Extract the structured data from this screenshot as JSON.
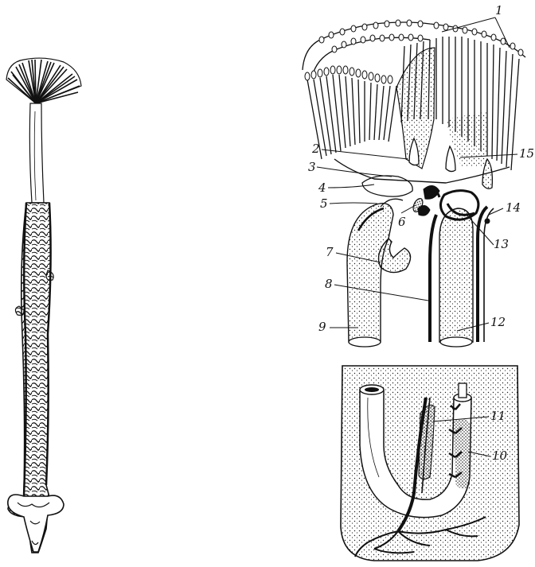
{
  "figure": {
    "labels": [
      {
        "id": "l1",
        "text": "1"
      },
      {
        "id": "l2",
        "text": "2"
      },
      {
        "id": "l3",
        "text": "3"
      },
      {
        "id": "l4",
        "text": "4"
      },
      {
        "id": "l5",
        "text": "5"
      },
      {
        "id": "l6",
        "text": "6"
      },
      {
        "id": "l7",
        "text": "7"
      },
      {
        "id": "l8",
        "text": "8"
      },
      {
        "id": "l9",
        "text": "9"
      },
      {
        "id": "l10",
        "text": "10"
      },
      {
        "id": "l11",
        "text": "11"
      },
      {
        "id": "l12",
        "text": "12"
      },
      {
        "id": "l13",
        "text": "13"
      },
      {
        "id": "l14",
        "text": "14"
      },
      {
        "id": "l15",
        "text": "15"
      }
    ]
  }
}
